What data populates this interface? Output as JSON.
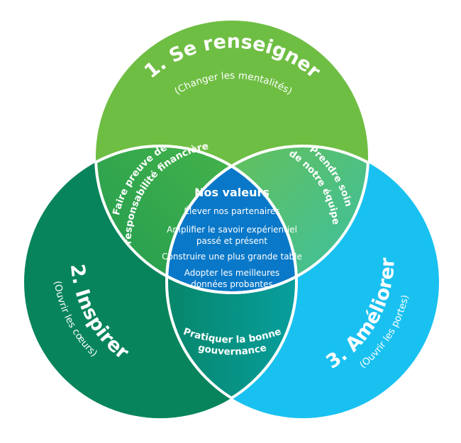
{
  "colors": {
    "circle_top": "#6fbe44",
    "circle_left": "#07845c",
    "circle_right": "#19c1f1",
    "center": "#0a78c8",
    "outline": "#ffffff"
  },
  "circles": [
    {
      "id": "top",
      "title": "1. Se renseigner",
      "subtitle": "(Changer les mentalités)"
    },
    {
      "id": "left",
      "title": "2. Inspirer",
      "subtitle": "(Ouvrir les cœurs)"
    },
    {
      "id": "right",
      "title": "3. Améliorer",
      "subtitle": "(Ouvrir les portes)"
    }
  ],
  "overlaps": {
    "top_left": [
      "Faire preuve de",
      "responsabilité financière"
    ],
    "top_right": [
      "Prendre soin",
      "de notre équipe"
    ],
    "left_right": [
      "Pratiquer la bonne",
      "gouvernance"
    ]
  },
  "center": {
    "title": "Nos valeurs",
    "items": [
      [
        "Élever nos partenaires"
      ],
      [
        "Amplifier le savoir expérientiel",
        "passé et présent"
      ],
      [
        "Construire une plus grande table"
      ],
      [
        "Adopter les meilleures",
        "données probantes"
      ]
    ]
  }
}
